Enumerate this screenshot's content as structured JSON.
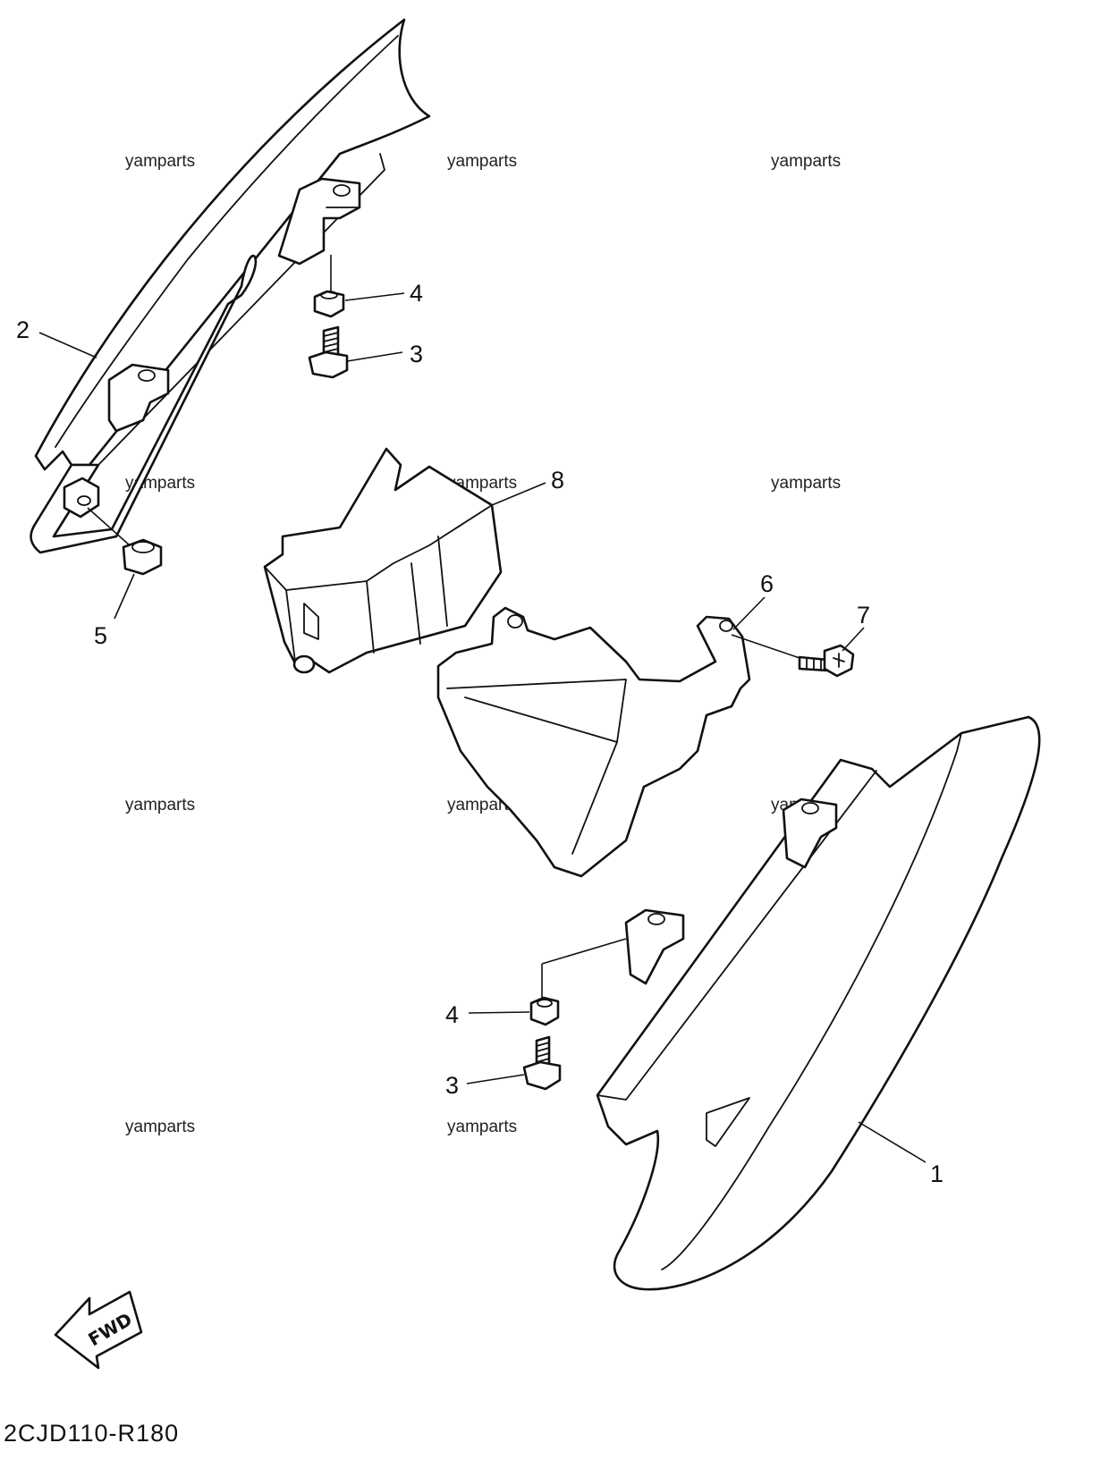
{
  "diagram": {
    "part_code": "2CJD110-R180",
    "watermark_text": "yamparts",
    "fwd_label": "FWD",
    "callouts": {
      "c1": "1",
      "c2": "2",
      "c3a": "3",
      "c3b": "3",
      "c4a": "4",
      "c4b": "4",
      "c5": "5",
      "c6": "6",
      "c7": "7",
      "c8": "8"
    },
    "parts": [
      {
        "ref": "1",
        "name": "side-cover-1"
      },
      {
        "ref": "2",
        "name": "side-cover-2"
      },
      {
        "ref": "3",
        "name": "bolt"
      },
      {
        "ref": "4",
        "name": "collar"
      },
      {
        "ref": "5",
        "name": "grommet"
      },
      {
        "ref": "6",
        "name": "cover"
      },
      {
        "ref": "7",
        "name": "screw"
      },
      {
        "ref": "8",
        "name": "battery-box"
      }
    ]
  }
}
